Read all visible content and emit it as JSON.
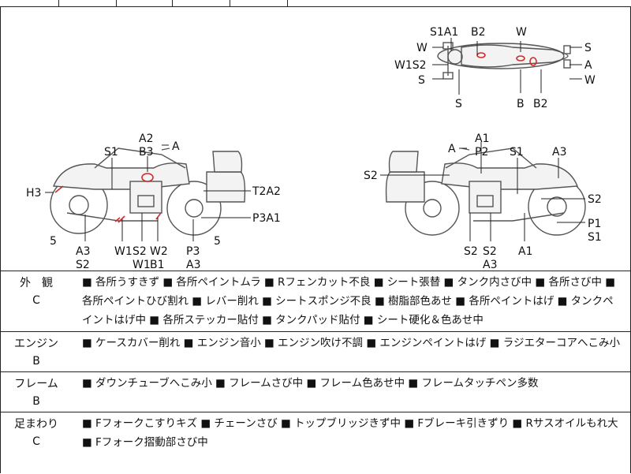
{
  "diagram": {
    "top_labels": [
      "S1A1",
      "B2",
      "W",
      "W",
      "W1S2",
      "S",
      "S",
      "B",
      "B2",
      "S",
      "A",
      "W"
    ],
    "left_labels": [
      "A2",
      "B3",
      "A",
      "S1",
      "H3",
      "T2A2",
      "P3A1",
      "5",
      "A3",
      "S2",
      "W1",
      "S2",
      "W2",
      "W1",
      "B1",
      "P3",
      "A3",
      "5"
    ],
    "right_labels": [
      "A1",
      "A",
      "P2",
      "S1",
      "A3",
      "S2",
      "S2",
      "P1",
      "S1",
      "S2",
      "S2",
      "A3",
      "A1"
    ]
  },
  "sections": [
    {
      "name": "外　観",
      "grade": "C",
      "text": "■ 各所うすきず ■ 各所ペイントムラ ■ Rフェンカット不良 ■ シート張替 ■ タンク内さび中 ■ 各所さび中 ■ 各所ペイントひび割れ ■ レバー削れ ■ シートスポンジ不良 ■ 樹脂部色あせ ■ 各所ペイントはげ ■ タンクペイントはげ中 ■ 各所ステッカー貼付 ■ タンクパッド貼付 ■ シート硬化＆色あせ中"
    },
    {
      "name": "エンジン",
      "grade": "B",
      "text": "■ ケースカバー削れ ■ エンジン音小 ■ エンジン吹け不調 ■ エンジンペイントはげ ■ ラジエターコアへこみ小"
    },
    {
      "name": "フレーム",
      "grade": "B",
      "text": "■ ダウンチューブへこみ小 ■ フレームさび中 ■ フレーム色あせ中 ■ フレームタッチペン多数"
    },
    {
      "name": "足まわり",
      "grade": "C",
      "text": "■ Fフォークこすりキズ ■ チェーンさび ■ トップブリッジきず中 ■ Fブレーキ引きずり ■ Rサスオイルもれ大 ■ Fフォーク摺動部さび中"
    }
  ]
}
